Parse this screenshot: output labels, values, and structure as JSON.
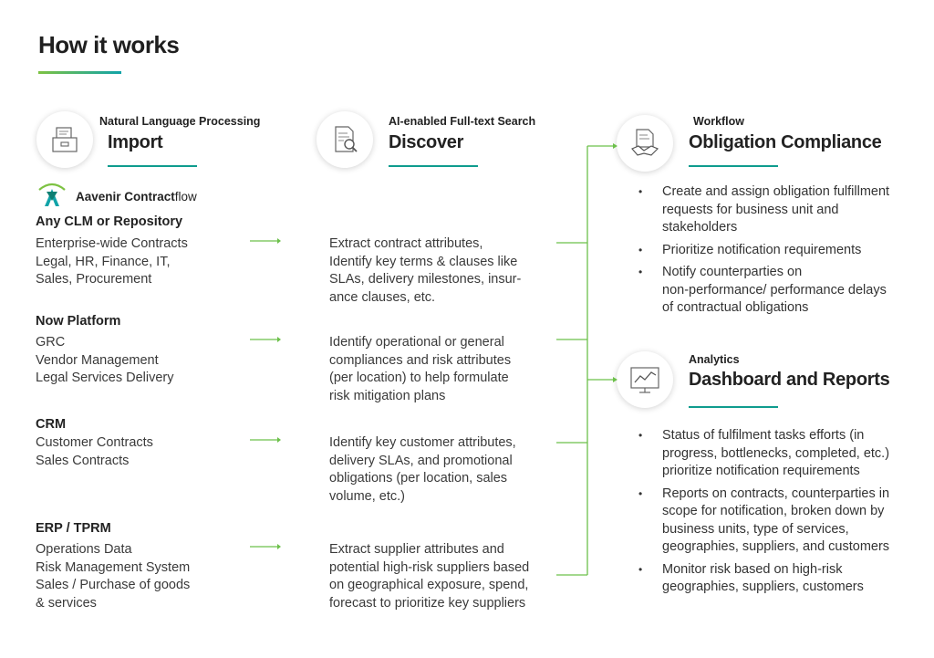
{
  "page": {
    "title": "How it works"
  },
  "stages": {
    "import": {
      "kicker": "Natural Language Processing",
      "heading": "Import",
      "icon": "file-cabinet-icon"
    },
    "discover": {
      "kicker": "AI-enabled Full-text Search",
      "heading": "Discover",
      "icon": "document-search-icon"
    },
    "obligation": {
      "kicker": "Workflow",
      "heading": "Obligation Compliance",
      "icon": "document-handshake-icon"
    },
    "analytics": {
      "kicker": "Analytics",
      "heading": "Dashboard and Reports",
      "icon": "dashboard-chart-icon"
    }
  },
  "logo": {
    "brand": "Aavenir ",
    "product_bold": "Contract",
    "product_light": "flow"
  },
  "sources": [
    {
      "title": "Any CLM or Repository",
      "items": "Enterprise-wide Contracts\nLegal, HR, Finance, IT,\nSales, Procurement"
    },
    {
      "title": "Now Platform",
      "items": "GRC\nVendor Management\nLegal Services Delivery"
    },
    {
      "title": "CRM",
      "items": "Customer Contracts\nSales Contracts"
    },
    {
      "title": "ERP / TPRM",
      "items": "Operations Data\nRisk Management System\nSales / Purchase of goods\n& services"
    }
  ],
  "discover_items": [
    "Extract contract attributes,\nIdentify key terms & clauses like\nSLAs, delivery milestones, insur-\nance clauses, etc.",
    "Identify operational or general\ncompliances and risk attributes\n(per location) to help formulate\nrisk mitigation plans",
    "Identify key customer attributes,\ndelivery SLAs, and promotional\nobligations (per location, sales\nvolume, etc.)",
    "Extract supplier attributes and\npotential high-risk suppliers based\non geographical exposure, spend,\nforecast to prioritize key suppliers"
  ],
  "obligation_bullets": [
    "Create and assign obligation fulfillment\nrequests for business unit and\nstakeholders",
    "Prioritize notification requirements",
    "Notify counterparties on\nnon-performance/ performance delays\nof contractual obligations"
  ],
  "analytics_bullets": [
    "Status of fulfilment tasks efforts (in\nprogress, bottlenecks, completed, etc.)\nprioritize notification requirements",
    "Reports on contracts, counterparties in\nscope for notification, broken down by\nbusiness units, type of services,\ngeographies, suppliers, and customers",
    "Monitor risk based on high-risk\ngeographies, suppliers, customers"
  ],
  "bullet_char": "•",
  "colors": {
    "accent_green": "#7dc242",
    "accent_teal": "#10a3a8",
    "line": "#6cc04a"
  }
}
